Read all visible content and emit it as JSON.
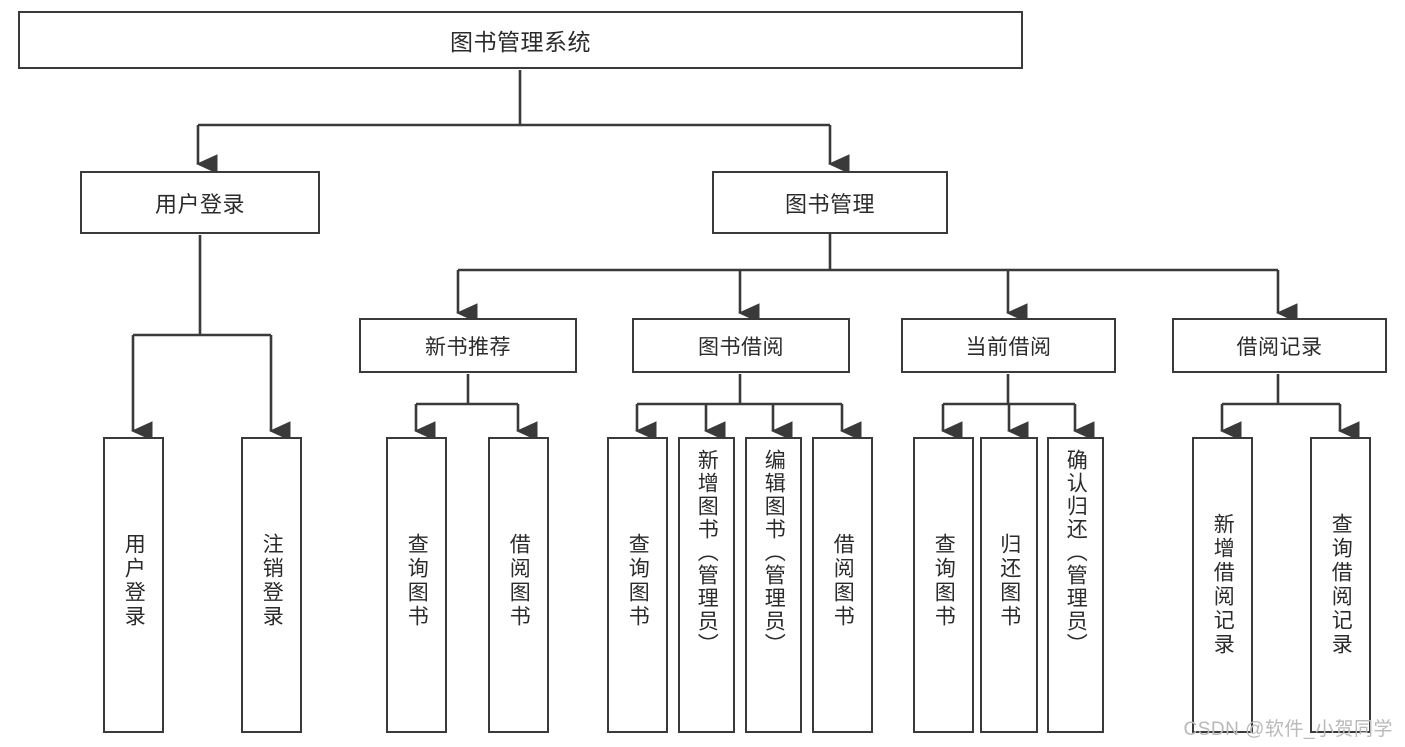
{
  "diagram": {
    "title": "图书管理系统",
    "type": "tree-hierarchy-chart",
    "colors": {
      "box_border": "#3a3a3a",
      "box_fill": "#ffffff",
      "connector": "#3a3a3a",
      "text": "#2b2b2b",
      "watermark": "#b9b9b9"
    },
    "root": {
      "label": "图书管理系统"
    },
    "level1": [
      {
        "label": "用户登录"
      },
      {
        "label": "图书管理"
      }
    ],
    "level2": [
      {
        "label": "新书推荐"
      },
      {
        "label": "图书借阅"
      },
      {
        "label": "当前借阅"
      },
      {
        "label": "借阅记录"
      }
    ],
    "leaves": {
      "user_login": [
        {
          "label": "用户登录"
        },
        {
          "label": "注销登录"
        }
      ],
      "new_book_recommend": [
        {
          "label": "查询图书"
        },
        {
          "label": "借阅图书"
        }
      ],
      "book_borrow": [
        {
          "label": "查询图书"
        },
        {
          "label": "新增图书（管理员）"
        },
        {
          "label": "编辑图书（管理员）"
        },
        {
          "label": "借阅图书"
        }
      ],
      "current_borrow": [
        {
          "label": "查询图书"
        },
        {
          "label": "归还图书"
        },
        {
          "label": "确认归还（管理员）"
        }
      ],
      "borrow_record": [
        {
          "label": "新增借阅记录"
        },
        {
          "label": "查询借阅记录"
        }
      ]
    }
  },
  "watermark": {
    "text": "CSDN @软件_小贺同学"
  }
}
